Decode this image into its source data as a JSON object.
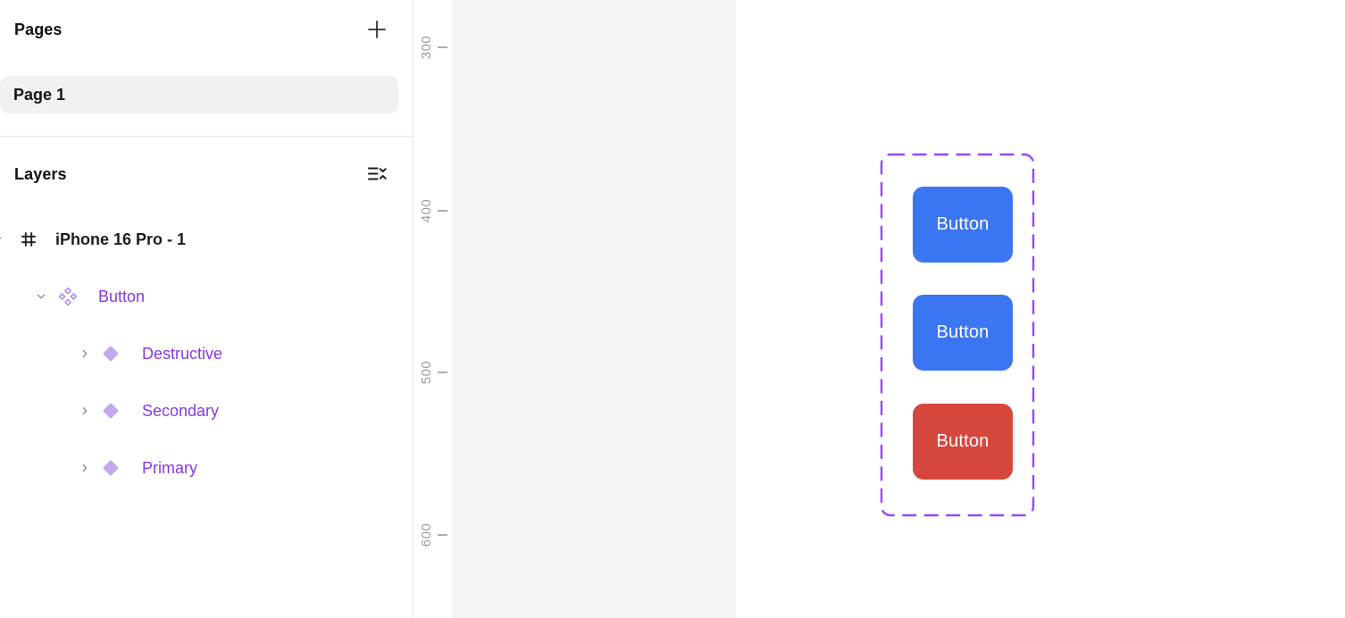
{
  "pages_panel": {
    "title": "Pages",
    "add_button": "plus-icon",
    "pages": [
      {
        "name": "Page 1",
        "selected": true
      }
    ]
  },
  "layers_panel": {
    "title": "Layers",
    "collapse_button": "collapse-list-icon",
    "tree": [
      {
        "label": "iPhone 16 Pro - 1",
        "type": "frame",
        "icon": "frame-icon",
        "expanded": true
      },
      {
        "label": "Button",
        "type": "component-set",
        "icon": "component-set-icon",
        "expanded": true
      },
      {
        "label": "Destructive",
        "type": "component",
        "icon": "diamond-icon",
        "expanded": false
      },
      {
        "label": "Secondary",
        "type": "component",
        "icon": "diamond-icon",
        "expanded": false
      },
      {
        "label": "Primary",
        "type": "component",
        "icon": "diamond-icon",
        "expanded": false
      }
    ]
  },
  "canvas": {
    "ruler": {
      "orientation": "vertical",
      "ticks": [
        {
          "label": "300"
        },
        {
          "label": "400"
        },
        {
          "label": "500"
        },
        {
          "label": "600"
        }
      ]
    },
    "selection": {
      "selected_layer": "Button",
      "buttons": [
        {
          "label": "Button",
          "fill": "#3b76f2"
        },
        {
          "label": "Button",
          "fill": "#3b76f2"
        },
        {
          "label": "Button",
          "fill": "#d5473d"
        }
      ]
    }
  },
  "colors": {
    "component_purple_text": "#8838eb",
    "selection_dash_purple": "#9747ff",
    "component_icon_purple": "#c4a7ee",
    "component_set_icon_purple": "#b48cec",
    "canvas_background": "#f4f4f5",
    "tick_gray": "#ababab"
  }
}
